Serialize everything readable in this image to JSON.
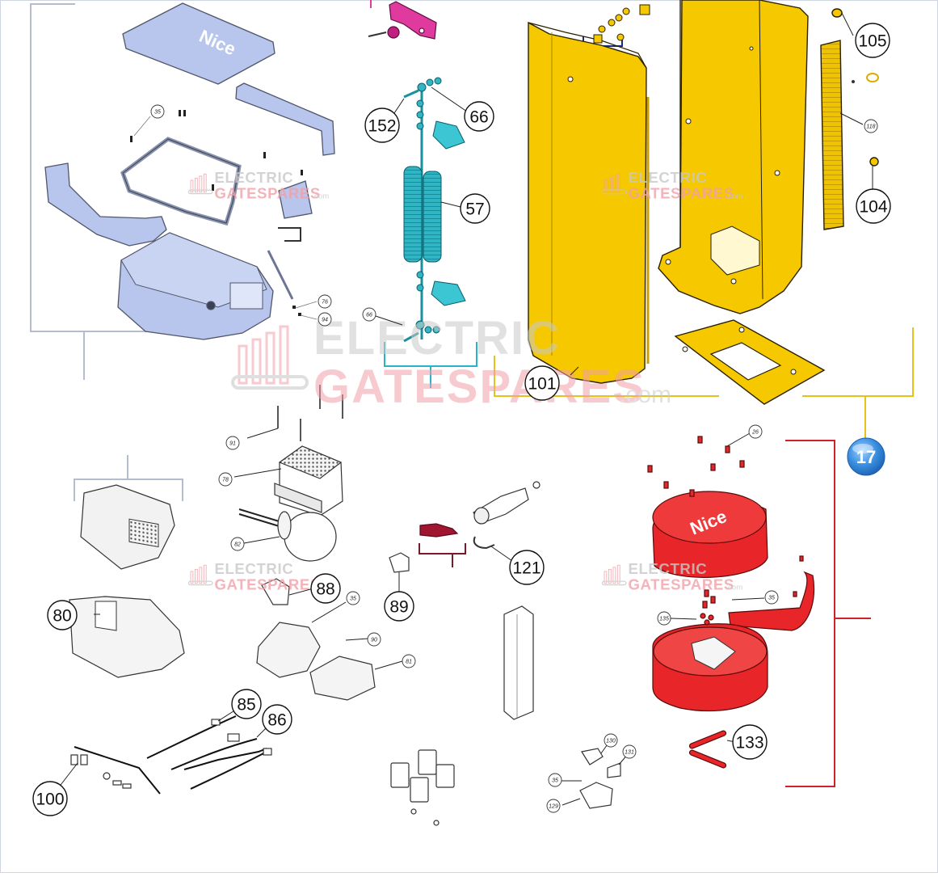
{
  "brand": {
    "logo_text": "Nice",
    "watermark_line1": "ELECTRIC",
    "watermark_line2": "GATESPARES",
    "watermark_suffix": ".com"
  },
  "callouts_large": [
    {
      "id": "c105",
      "label": "105"
    },
    {
      "id": "c104",
      "label": "104"
    },
    {
      "id": "c152",
      "label": "152"
    },
    {
      "id": "c66",
      "label": "66"
    },
    {
      "id": "c57",
      "label": "57"
    },
    {
      "id": "c101",
      "label": "101"
    },
    {
      "id": "c17",
      "label": "17"
    },
    {
      "id": "c88",
      "label": "88"
    },
    {
      "id": "c89",
      "label": "89"
    },
    {
      "id": "c121",
      "label": "121"
    },
    {
      "id": "c80",
      "label": "80"
    },
    {
      "id": "c85",
      "label": "85"
    },
    {
      "id": "c86",
      "label": "86"
    },
    {
      "id": "c100",
      "label": "100"
    },
    {
      "id": "c133",
      "label": "133"
    }
  ],
  "callouts_small": [
    {
      "id": "s35a",
      "label": "35"
    },
    {
      "id": "s76",
      "label": "76"
    },
    {
      "id": "s94",
      "label": "94"
    },
    {
      "id": "s66b",
      "label": "66"
    },
    {
      "id": "s118",
      "label": "118"
    },
    {
      "id": "s91",
      "label": "91"
    },
    {
      "id": "s78",
      "label": "78"
    },
    {
      "id": "s82",
      "label": "82"
    },
    {
      "id": "s26",
      "label": "26"
    },
    {
      "id": "s35b",
      "label": "35"
    },
    {
      "id": "s135",
      "label": "135"
    },
    {
      "id": "s35c",
      "label": "35"
    },
    {
      "id": "s90",
      "label": "90"
    },
    {
      "id": "s81",
      "label": "81"
    },
    {
      "id": "s130",
      "label": "130"
    },
    {
      "id": "s131",
      "label": "131"
    },
    {
      "id": "s35d",
      "label": "35"
    },
    {
      "id": "s129",
      "label": "129"
    }
  ],
  "colors": {
    "yellow": "#f5c800",
    "yellow_dark": "#c99f00",
    "blue_part": "#b8c6ee",
    "teal": "#2fb5c4",
    "red": "#e8262a",
    "magenta": "#e03a9e",
    "bracket_gray": "#b4bccd",
    "bracket_yellow": "#e6c21a",
    "bracket_red": "#d0202a",
    "bracket_navy": "#1c2a80",
    "bracket_teal": "#28b4c8",
    "bracket_maroon": "#7a1a28",
    "badge_blue": "#3a90dd"
  }
}
